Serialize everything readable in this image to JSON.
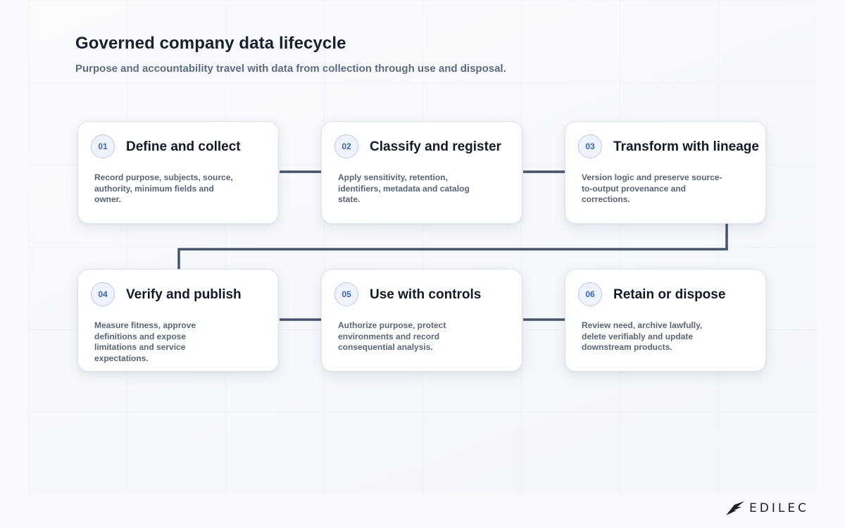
{
  "header": {
    "title": "Governed company data lifecycle",
    "subtitle": "Purpose and accountability travel with data from collection through use and disposal."
  },
  "steps": [
    {
      "number": "01",
      "title": "Define and collect",
      "description": "Record purpose, subjects, source, authority, minimum fields and owner."
    },
    {
      "number": "02",
      "title": "Classify and register",
      "description": "Apply sensitivity, retention, identifiers, metadata and catalog state."
    },
    {
      "number": "03",
      "title": "Transform with lineage",
      "description": "Version logic and preserve source-to-output provenance and corrections."
    },
    {
      "number": "04",
      "title": "Verify and publish",
      "description": "Measure fitness, approve definitions and expose limitations and service expectations."
    },
    {
      "number": "05",
      "title": "Use with controls",
      "description": "Authorize purpose, protect environments and record consequential analysis."
    },
    {
      "number": "06",
      "title": "Retain or dispose",
      "description": "Review need, archive lawfully, delete verifiably and update downstream products."
    }
  ],
  "brand": {
    "logo_text": "EDILEC",
    "logo_icon": "bird-icon"
  },
  "colors": {
    "connector": "#465467",
    "badge_text": "#3d63ad",
    "badge_border": "#b9c9ec"
  }
}
